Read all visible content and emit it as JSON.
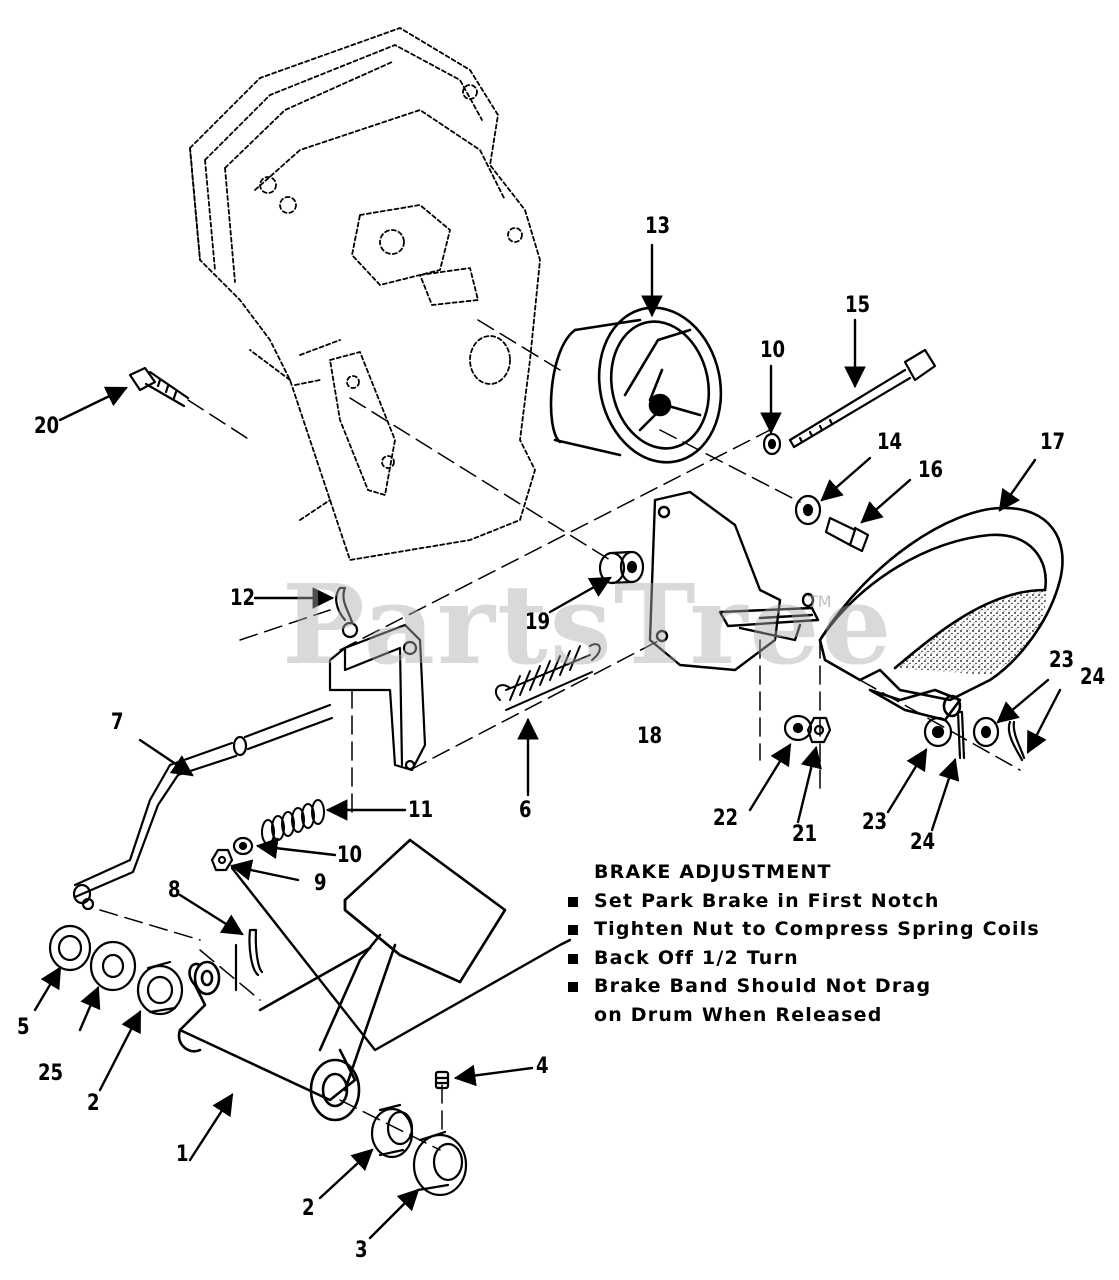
{
  "watermark": {
    "text": "PartsTree",
    "tm": "TM"
  },
  "callouts": [
    {
      "id": "c1",
      "text": "1"
    },
    {
      "id": "c2a",
      "text": "2"
    },
    {
      "id": "c2b",
      "text": "2"
    },
    {
      "id": "c3",
      "text": "3"
    },
    {
      "id": "c4",
      "text": "4"
    },
    {
      "id": "c5",
      "text": "5"
    },
    {
      "id": "c6",
      "text": "6"
    },
    {
      "id": "c7",
      "text": "7"
    },
    {
      "id": "c8",
      "text": "8"
    },
    {
      "id": "c9",
      "text": "9"
    },
    {
      "id": "c10a",
      "text": "10"
    },
    {
      "id": "c10b",
      "text": "10"
    },
    {
      "id": "c11",
      "text": "11"
    },
    {
      "id": "c12",
      "text": "12"
    },
    {
      "id": "c13",
      "text": "13"
    },
    {
      "id": "c14",
      "text": "14"
    },
    {
      "id": "c15",
      "text": "15"
    },
    {
      "id": "c16",
      "text": "16"
    },
    {
      "id": "c17",
      "text": "17"
    },
    {
      "id": "c18",
      "text": "18"
    },
    {
      "id": "c19",
      "text": "19"
    },
    {
      "id": "c20",
      "text": "20"
    },
    {
      "id": "c21",
      "text": "21"
    },
    {
      "id": "c22",
      "text": "22"
    },
    {
      "id": "c23a",
      "text": "23"
    },
    {
      "id": "c23b",
      "text": "23"
    },
    {
      "id": "c24a",
      "text": "24"
    },
    {
      "id": "c24b",
      "text": "24"
    },
    {
      "id": "c25",
      "text": "25"
    }
  ],
  "notes": {
    "heading": "BRAKE ADJUSTMENT",
    "items": [
      "Set Park Brake in First Notch",
      "Tighten Nut to Compress Spring Coils",
      "Back Off 1/2 Turn",
      "Brake Band Should Not Drag"
    ],
    "continuation": "on Drum When Released"
  }
}
